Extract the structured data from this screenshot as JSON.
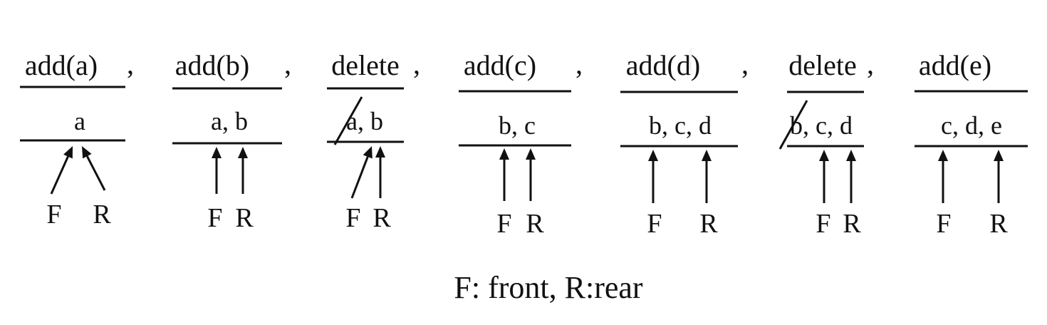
{
  "steps": [
    {
      "op": "add(a)",
      "sep": ",",
      "queue": "a",
      "struck": null,
      "F": "F",
      "R": "R"
    },
    {
      "op": "add(b)",
      "sep": ",",
      "queue": "a, b",
      "struck": null,
      "F": "F",
      "R": "R"
    },
    {
      "op": "delete",
      "sep": ",",
      "queue": "a, b",
      "struck": "a",
      "F": "F",
      "R": "R"
    },
    {
      "op": "add(c)",
      "sep": ",",
      "queue": "b, c",
      "struck": null,
      "F": "F",
      "R": "R"
    },
    {
      "op": "add(d)",
      "sep": ",",
      "queue": "b, c, d",
      "struck": null,
      "F": "F",
      "R": "R"
    },
    {
      "op": "delete",
      "sep": ",",
      "queue": "b, c, d",
      "struck": "b",
      "F": "F",
      "R": "R"
    },
    {
      "op": "add(e)",
      "sep": "",
      "queue": "c, d, e",
      "struck": null,
      "F": "F",
      "R": "R"
    }
  ],
  "caption": "F: front, R:rear"
}
